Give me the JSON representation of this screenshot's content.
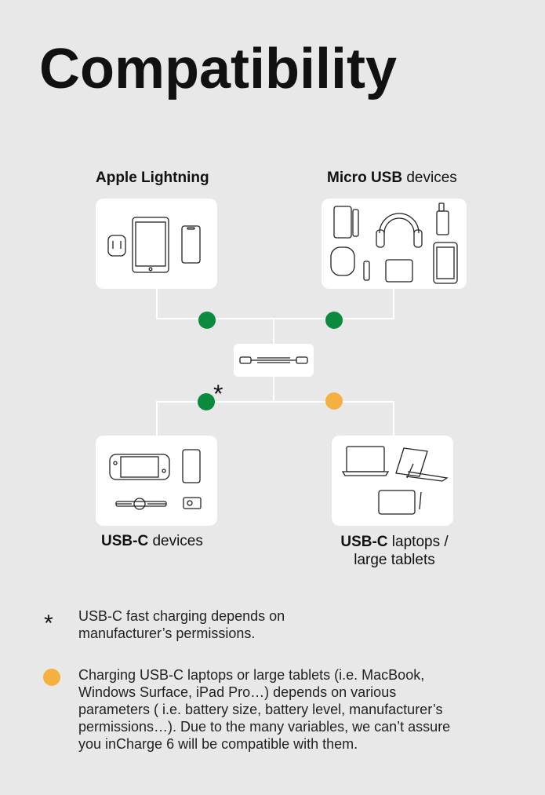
{
  "title": "Compatibility",
  "groups": {
    "lightning": {
      "bold": "Apple Lightning",
      "rest": ""
    },
    "micro_usb": {
      "bold": "Micro USB",
      "rest": " devices"
    },
    "usbc": {
      "bold": "USB-C",
      "rest": " devices"
    },
    "usbc_laptops": {
      "bold": "USB-C",
      "rest": " laptops /",
      "line2": "large tablets"
    }
  },
  "colors": {
    "compatible": "#0a8a3c",
    "conditional": "#f5b042",
    "background": "#e8e8e8"
  },
  "notes": [
    {
      "marker": "*",
      "text": "USB-C fast charging depends on manufacturer’s permissions."
    },
    {
      "marker": "orange-dot",
      "text": "Charging USB-C laptops or large tablets (i.e. MacBook, Windows Surface, iPad Pro…) depends on various parameters ( i.e. battery size, battery level, manufacturer’s permissions…). Due to the many variables, we can’t assure you inCharge 6 will be compatible with them."
    }
  ],
  "star_symbol": "*"
}
